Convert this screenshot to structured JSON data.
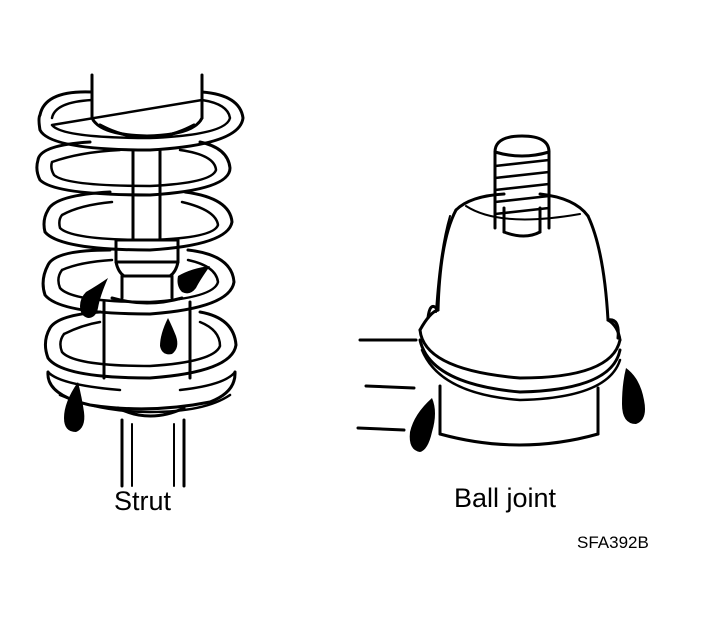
{
  "labels": {
    "strut": "Strut",
    "ball_joint": "Ball joint",
    "figure_code": "SFA392B"
  },
  "colors": {
    "ink": "#000000",
    "paper": "#ffffff"
  }
}
